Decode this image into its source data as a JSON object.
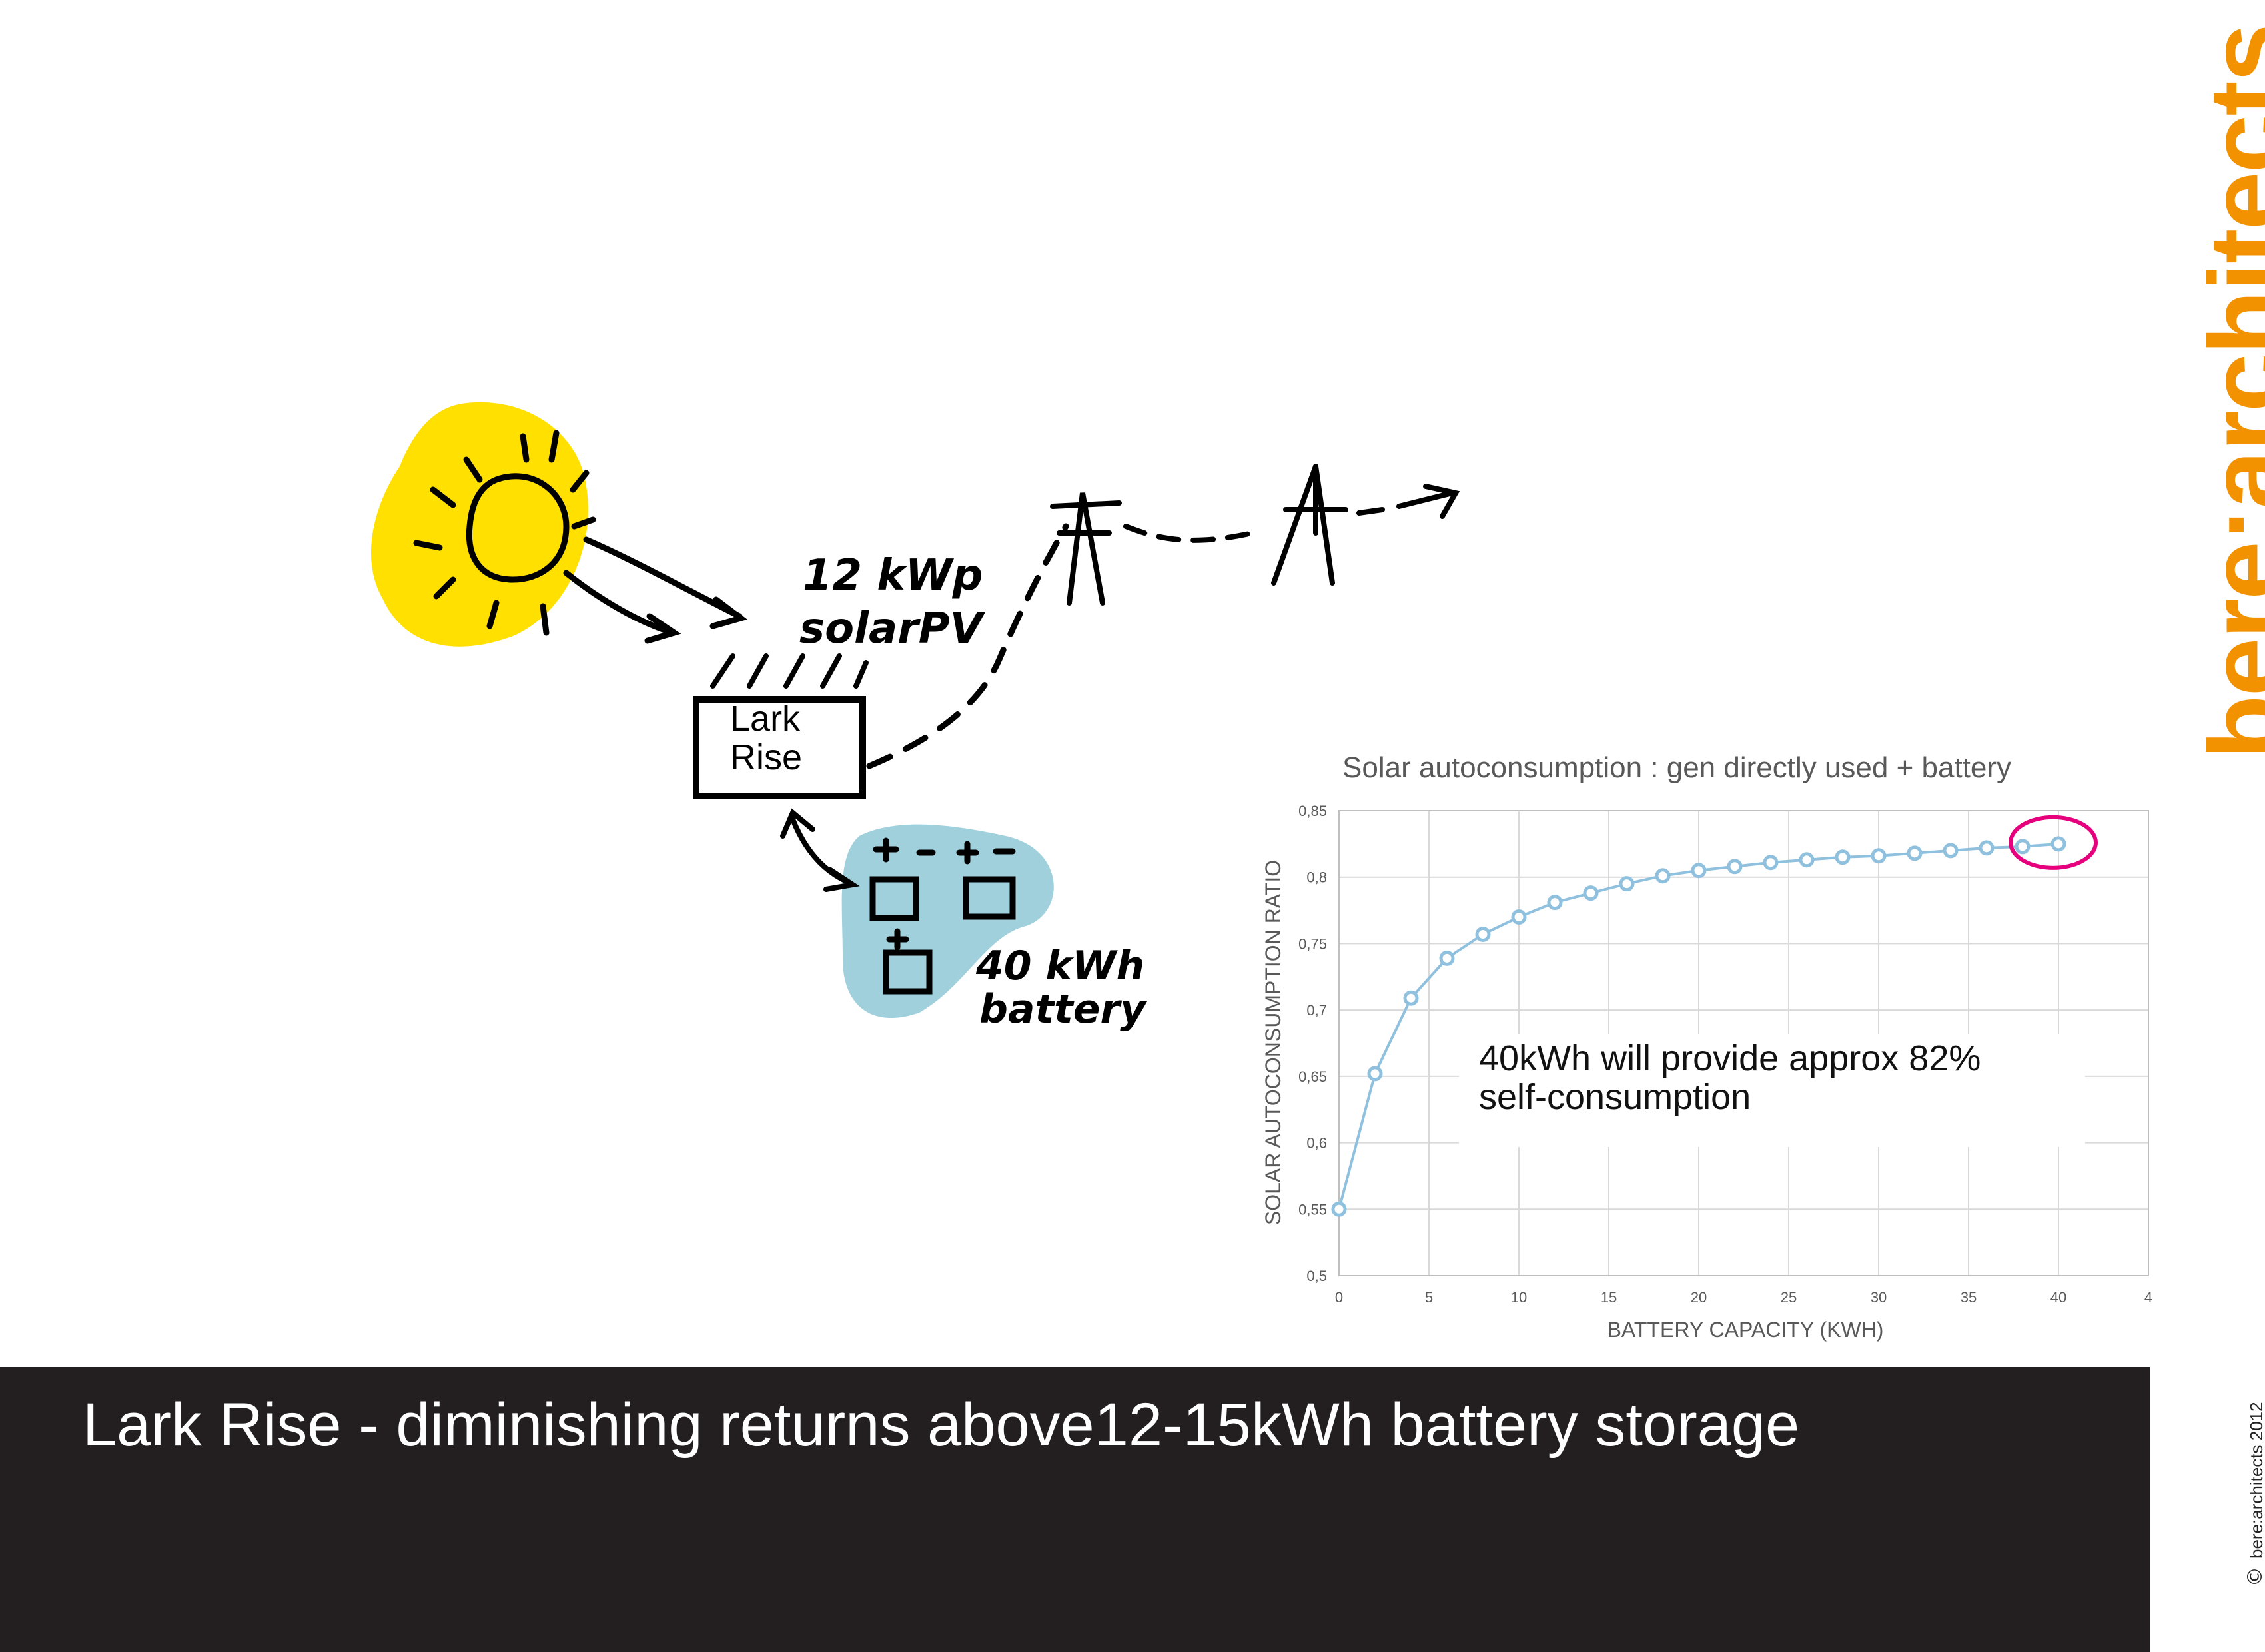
{
  "brand": "bere:architects",
  "copyright": "bere:architects 2012",
  "copyright_symbol": "©",
  "caption": "Lark Rise - diminishing returns above12-15kWh battery storage",
  "sketch": {
    "house_label": "Lark\nRise",
    "pv_label_line1": "12 kWp",
    "pv_label_line2": "solarPV",
    "battery_label_line1": "40 kWh",
    "battery_label_line2": "battery",
    "sun_color": "#ffe000",
    "battery_blob_color": "#9fd0dc"
  },
  "annotation": "40kWh will provide approx 82%\nself-consumption",
  "chart_data": {
    "type": "line",
    "title": "Solar autoconsumption : gen directly used + battery",
    "xlabel": "BATTERY CAPACITY (KWH)",
    "ylabel": "SOLAR AUTOCONSUMPTION RATIO",
    "xlim": [
      0,
      45
    ],
    "ylim": [
      0.5,
      0.85
    ],
    "x_ticks": [
      "0",
      "5",
      "10",
      "15",
      "20",
      "25",
      "30",
      "35",
      "40",
      "4"
    ],
    "x_tick_values": [
      0,
      5,
      10,
      15,
      20,
      25,
      30,
      35,
      40,
      45
    ],
    "y_ticks": [
      "0,5",
      "0,55",
      "0,6",
      "0,65",
      "0,7",
      "0,75",
      "0,8",
      "0,85"
    ],
    "y_tick_values": [
      0.5,
      0.55,
      0.6,
      0.65,
      0.7,
      0.75,
      0.8,
      0.85
    ],
    "grid": true,
    "series": [
      {
        "x": [
          0,
          2,
          4,
          6,
          8,
          10,
          12,
          14,
          16,
          18,
          20,
          22,
          24,
          26,
          28,
          30,
          32,
          34,
          36,
          38,
          40
        ],
        "y": [
          0.55,
          0.652,
          0.709,
          0.739,
          0.757,
          0.77,
          0.781,
          0.788,
          0.795,
          0.801,
          0.805,
          0.808,
          0.811,
          0.813,
          0.815,
          0.816,
          0.818,
          0.82,
          0.822,
          0.823,
          0.825
        ],
        "color": "#8fc1df"
      }
    ],
    "highlight": {
      "x": 40,
      "y": 0.825,
      "color": "#e6007e"
    }
  }
}
